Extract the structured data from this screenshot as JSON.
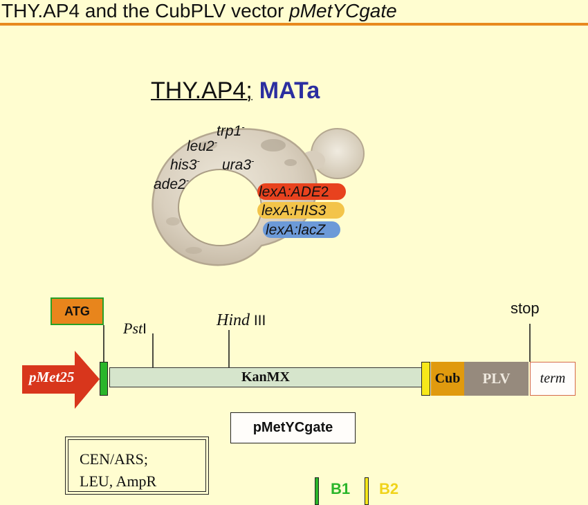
{
  "title": {
    "prefix": "THY.AP4 and the CubPLV vector ",
    "vector_name": "pMetYCgate"
  },
  "strain": {
    "name": "THY.AP4;",
    "mating_type": "MATa"
  },
  "genotype": {
    "markers": [
      {
        "gene": "trp1",
        "suffix": "-"
      },
      {
        "gene": "leu2",
        "suffix": "-"
      },
      {
        "gene": "his3",
        "suffix": "-"
      },
      {
        "gene": "ura3",
        "suffix": "-"
      },
      {
        "gene": "ade2",
        "suffix": "-"
      }
    ],
    "reporters": [
      {
        "prefix": "lexA:ADE",
        "suffix": "2",
        "color": "#e8421e"
      },
      {
        "prefix": "lexA:HIS3",
        "suffix": "",
        "color": "#f3c44a"
      },
      {
        "prefix": "lexA:lacZ",
        "suffix": "",
        "color": "#6c9ad8"
      }
    ]
  },
  "vector_map": {
    "promoter": "pMet25",
    "start_codon": "ATG",
    "selection_cassette": "KanMX",
    "restriction_sites": [
      {
        "name": "Pst",
        "suffix": "I"
      },
      {
        "name": "Hind",
        "suffix": " III"
      }
    ],
    "fusion_parts": [
      "Cub",
      "PLV"
    ],
    "terminator": "term",
    "stop_label": "stop",
    "plasmid_name": "pMetYCgate",
    "plasmid_features": [
      "CEN/ARS;",
      "LEU, AmpR"
    ]
  },
  "legend": [
    {
      "label": "B1",
      "color": "#2ab52a"
    },
    {
      "label": "B2",
      "color": "#f7e81a"
    }
  ],
  "colors": {
    "background": "#fffdd0",
    "title_rule": "#e8891e",
    "promoter_arrow": "#d8361c",
    "atg_box": "#e8851c",
    "kanmx": "#d6e5cc",
    "cub": "#e09a0e",
    "plv": "#968a7d",
    "mat_text": "#2b2ea0"
  }
}
